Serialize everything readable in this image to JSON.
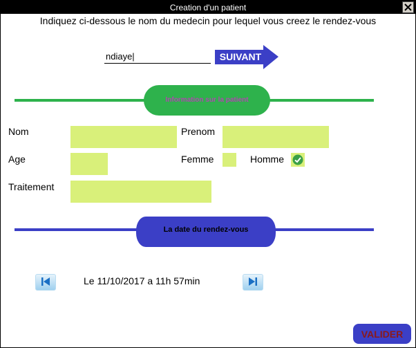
{
  "window": {
    "title": "Creation d'un patient"
  },
  "instruction": "Indiquez ci-dessous le nom du medecin pour lequel vous creez le rendez-vous",
  "doctor": {
    "value": "ndiaye|"
  },
  "buttons": {
    "suivant": "SUIVANT",
    "valider": "VALIDER"
  },
  "sections": {
    "patient_info": "Information sur la patient",
    "appointment_date": "La date du rendez-vous"
  },
  "form": {
    "nom_label": "Nom",
    "prenom_label": "Prenom",
    "age_label": "Age",
    "femme_label": "Femme",
    "homme_label": "Homme",
    "traitement_label": "Traitement",
    "nom_value": "",
    "prenom_value": "",
    "age_value": "",
    "traitement_value": "",
    "femme_checked": false,
    "homme_checked": true
  },
  "date": {
    "text": "Le 11/10/2017 a 11h 57min"
  },
  "icons": {
    "close": "close-icon",
    "prev": "skip-previous-icon",
    "next": "skip-next-icon",
    "check": "check-icon"
  },
  "colors": {
    "green": "#2eb24c",
    "blue": "#3b3fc6",
    "field": "#d9f07a",
    "pill_text": "#b047b0",
    "valider_text": "#8b1a1a"
  }
}
